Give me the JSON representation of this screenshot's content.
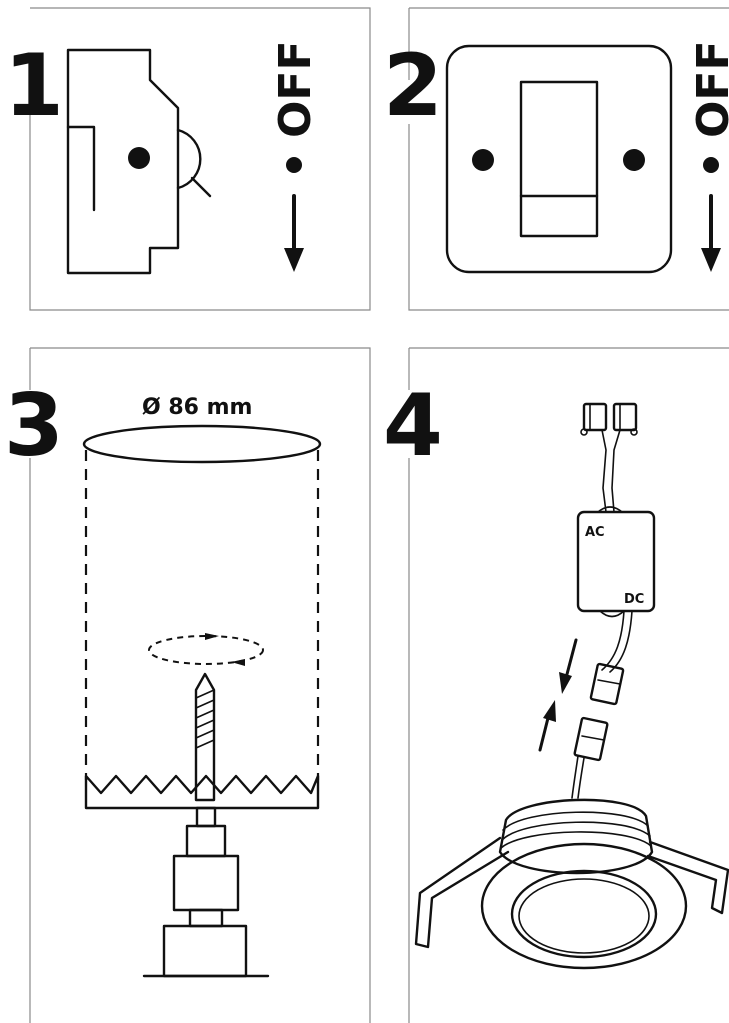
{
  "steps": [
    {
      "number": "1",
      "label": "OFF"
    },
    {
      "number": "2",
      "label": "OFF"
    },
    {
      "number": "3",
      "dimension": "Ø 86 mm"
    },
    {
      "number": "4",
      "driver_input": "AC",
      "driver_output": "DC"
    }
  ]
}
